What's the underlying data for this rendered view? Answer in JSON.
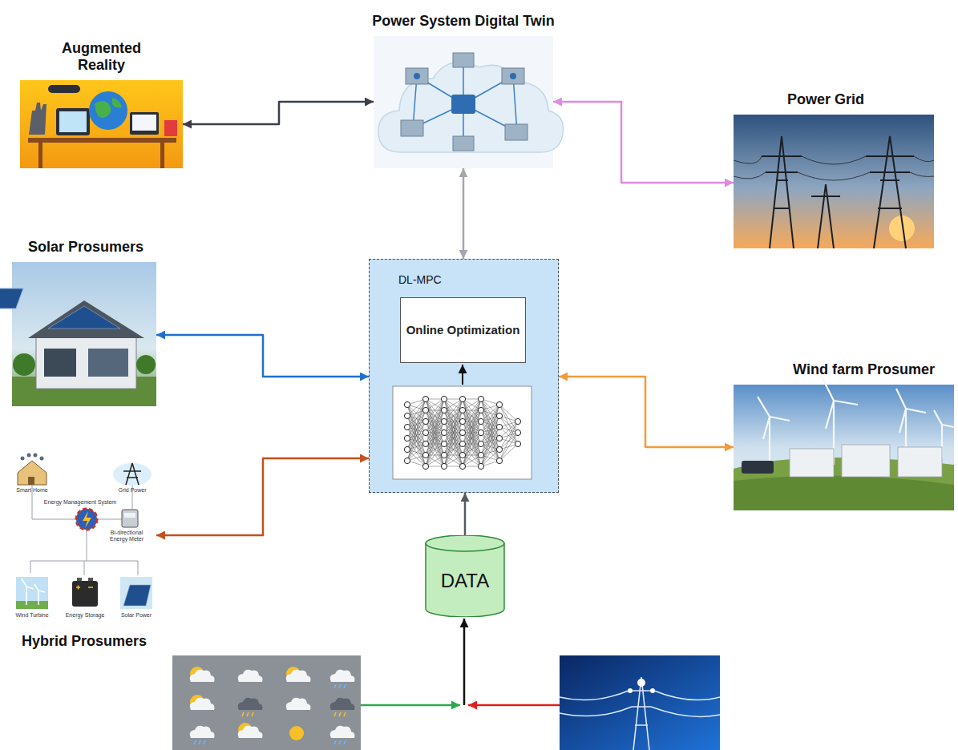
{
  "diagram": {
    "nodes": [
      {
        "text": [
          "Augmented Reality"
        ]
      },
      {
        "text": [
          "Power System Digital Twin"
        ]
      },
      {
        "text": [
          "Power Grid"
        ]
      },
      {
        "text": [
          "Solar Prosumers"
        ]
      },
      {
        "text": [
          "DL-MPC"
        ]
      },
      {
        "text": [
          "Online Optimization"
        ],
        "in": 4
      },
      {
        "text": [
          "Wind farm Prosumer"
        ]
      },
      {
        "text": [
          "Hybrid Prosumers"
        ]
      },
      {
        "text": [
          "DATA"
        ]
      }
    ],
    "edges": [
      {
        "from": 0,
        "to": 1,
        "arrow": "both"
      },
      {
        "from": 1,
        "to": 2,
        "arrow": "both"
      },
      {
        "from": 1,
        "to": 4,
        "arrow": "both"
      },
      {
        "from": 3,
        "to": 4,
        "arrow": "both"
      },
      {
        "from": 7,
        "to": 4,
        "arrow": "both"
      },
      {
        "from": 4,
        "to": 6,
        "arrow": "both"
      },
      {
        "from": 8,
        "to": 4,
        "arrow": "to"
      }
    ],
    "labels": [
      "Smart Home",
      "Grid Power",
      "Energy Management System",
      "Bi-directional Energy Meter",
      "Wind Turbine",
      "Energy Storage",
      "Solar Power"
    ]
  }
}
